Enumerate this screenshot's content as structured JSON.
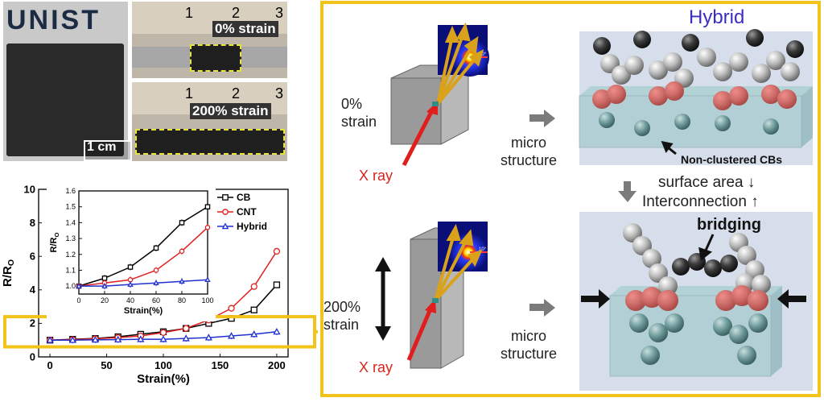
{
  "logo": "UNIST",
  "photos": {
    "scale_bar": "1 cm",
    "ruler_ticks": [
      "1",
      "2",
      "3"
    ],
    "strain_top": "0% strain",
    "strain_bottom": "200% strain"
  },
  "diagram": {
    "title": "Hybrid",
    "strain_a": "0%\nstrain",
    "strain_b": "200%\nstrain",
    "xray": "X ray",
    "micro": "micro\nstructure",
    "nonclustered": "Non-clustered CBs",
    "surface": "surface area ↓",
    "interconnection": "Interconnection ↑",
    "bridging": "bridging",
    "saxs_tick": "10°"
  },
  "colors": {
    "accent": "#f2c31a",
    "cb": "#000000",
    "cnt": "#e02020",
    "hybrid": "#1f2fd0",
    "title": "#3b2ec4"
  },
  "chart_data": [
    {
      "type": "line",
      "title": "",
      "xlabel": "Strain(%)",
      "ylabel": "R/R",
      "ylabel_sub": "O",
      "xlim": [
        -10,
        210
      ],
      "ylim": [
        0,
        10
      ],
      "xticks": [
        0,
        50,
        100,
        150,
        200
      ],
      "yticks": [
        0,
        2,
        4,
        6,
        8,
        10
      ],
      "x": [
        0,
        20,
        40,
        60,
        80,
        100,
        120,
        140,
        160,
        180,
        200
      ],
      "series": [
        {
          "name": "CB",
          "values": [
            1.0,
            1.05,
            1.1,
            1.2,
            1.35,
            1.5,
            1.7,
            2.0,
            2.3,
            2.8,
            4.3
          ]
        },
        {
          "name": "CNT",
          "values": [
            1.0,
            1.03,
            1.08,
            1.15,
            1.25,
            1.45,
            1.7,
            2.2,
            2.9,
            4.2,
            6.3
          ]
        },
        {
          "name": "Hybrid",
          "values": [
            1.0,
            1.0,
            1.02,
            1.03,
            1.05,
            1.05,
            1.1,
            1.15,
            1.25,
            1.35,
            1.5
          ]
        }
      ],
      "legend": "top-right"
    },
    {
      "type": "line",
      "title": "",
      "xlabel": "Strain(%)",
      "ylabel": "R/R",
      "ylabel_sub": "O",
      "xlim": [
        0,
        100
      ],
      "ylim": [
        0.95,
        1.6
      ],
      "xticks": [
        0,
        20,
        40,
        60,
        80,
        100
      ],
      "yticks": [
        1.0,
        1.1,
        1.2,
        1.3,
        1.4,
        1.5,
        1.6
      ],
      "x": [
        0,
        20,
        40,
        60,
        80,
        100
      ],
      "series": [
        {
          "name": "CB",
          "values": [
            1.0,
            1.05,
            1.12,
            1.24,
            1.4,
            1.5
          ]
        },
        {
          "name": "CNT",
          "values": [
            1.0,
            1.02,
            1.04,
            1.1,
            1.22,
            1.37
          ]
        },
        {
          "name": "Hybrid",
          "values": [
            1.0,
            1.0,
            1.01,
            1.02,
            1.03,
            1.04
          ]
        }
      ]
    }
  ]
}
